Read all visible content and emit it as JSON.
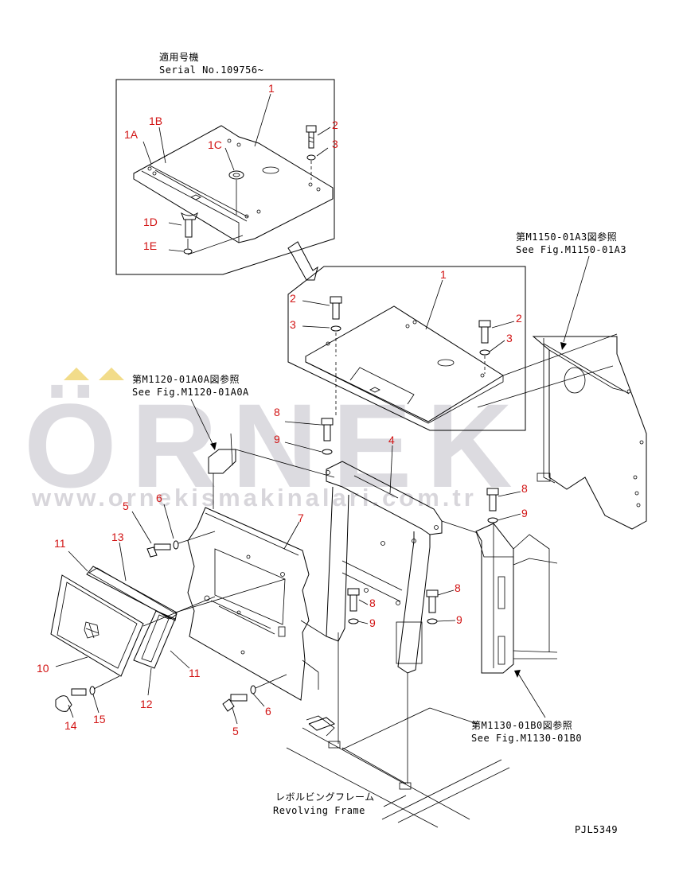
{
  "inset": {
    "jp_title": "適用号機",
    "serial": "Serial No.109756~"
  },
  "refs": {
    "m1150_jp": "第M1150-01A3図参照",
    "m1150_en": "See Fig.M1150-01A3",
    "m1120_jp": "第M1120-01A0A図参照",
    "m1120_en": "See Fig.M1120-01A0A",
    "m1130_jp": "第M1130-01B0図参照",
    "m1130_en": "See Fig.M1130-01B0",
    "frame_jp": "レボルビングフレーム",
    "frame_en": "Revolving Frame"
  },
  "drawing_code": "PJL5349",
  "watermark": {
    "brand": "ÖRNEK",
    "site": "www.ornekismakinalari.com.tr"
  },
  "callouts": {
    "inset_1": "1",
    "inset_1A": "1A",
    "inset_1B": "1B",
    "inset_1C": "1C",
    "inset_1D": "1D",
    "inset_1E": "1E",
    "inset_2": "2",
    "inset_3": "3",
    "top_1": "1",
    "top_2a": "2",
    "top_3a": "3",
    "top_2b": "2",
    "top_3b": "3",
    "c4": "4",
    "c5a": "5",
    "c6a": "6",
    "c7": "7",
    "c8a": "8",
    "c9a": "9",
    "c8b": "8",
    "c9b": "9",
    "c8c": "8",
    "c9c": "9",
    "c8d": "8",
    "c9d": "9",
    "c10": "10",
    "c11a": "11",
    "c11b": "11",
    "c12": "12",
    "c13": "13",
    "c14": "14",
    "c15": "15",
    "c5b": "5",
    "c6b": "6"
  },
  "colors": {
    "callout_red": "#d21414",
    "watermark_gray": "#d7d5db",
    "watermark_accent": "#f2dc8a"
  }
}
